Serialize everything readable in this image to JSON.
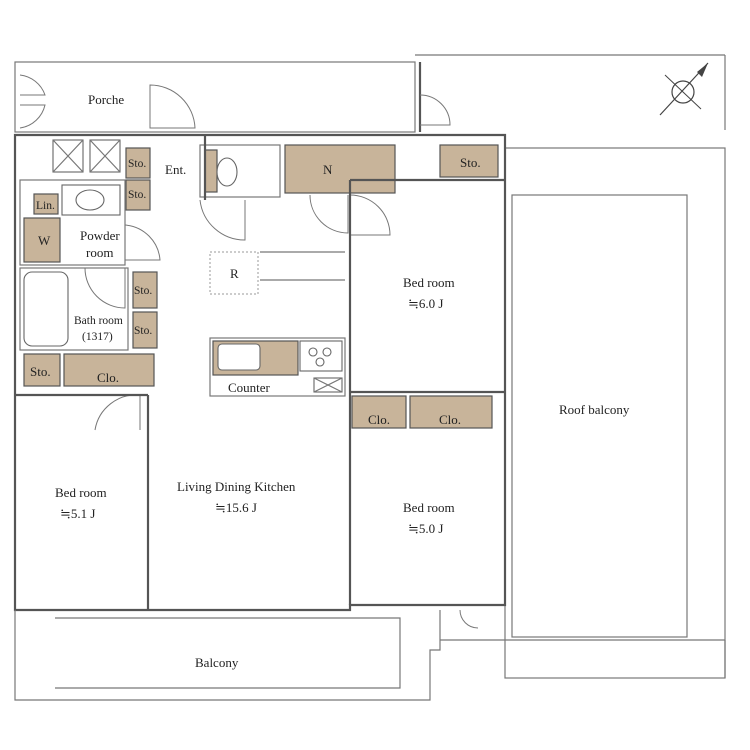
{
  "rooms": {
    "porch": "Porche",
    "entrance": "Ent.",
    "powder_line1": "Powder",
    "powder_line2": "room",
    "bath_line1": "Bath room",
    "bath_line2": "(1317)",
    "bed1_name": "Bed room",
    "bed1_size": "≒6.0 J",
    "bed2_name": "Bed room",
    "bed2_size": "≒5.1 J",
    "bed3_name": "Bed room",
    "bed3_size": "≒5.0 J",
    "ldk_name": "Living Dining Kitchen",
    "ldk_size": "≒15.6 J",
    "counter": "Counter",
    "roof_balcony": "Roof balcony",
    "balcony": "Balcony"
  },
  "storage": {
    "sto": "Sto.",
    "clo": "Clo.",
    "lin": "Lin.",
    "w": "W",
    "n": "N",
    "r": "R"
  },
  "compass": {
    "north": "N"
  }
}
